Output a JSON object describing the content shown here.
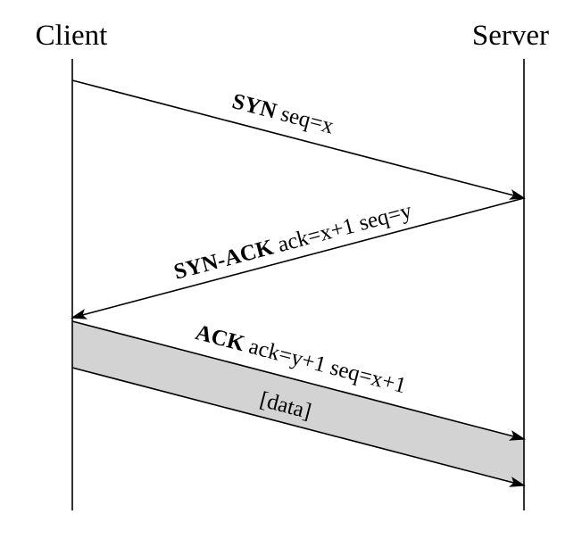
{
  "participants": {
    "client": "Client",
    "server": "Server"
  },
  "messages": [
    {
      "name": "SYN",
      "params": " seq=x",
      "from": "client",
      "to": "server"
    },
    {
      "name": "SYN-ACK",
      "params": " ack=x+1 seq=y",
      "from": "server",
      "to": "client"
    },
    {
      "name": "ACK",
      "params": " ack=y+1 seq=x+1",
      "from": "client",
      "to": "server"
    }
  ],
  "data_transfer": {
    "label": "[data]",
    "from": "client",
    "to": "server"
  },
  "colors": {
    "lines": "#000000",
    "data_band": "#d3d3d3"
  }
}
